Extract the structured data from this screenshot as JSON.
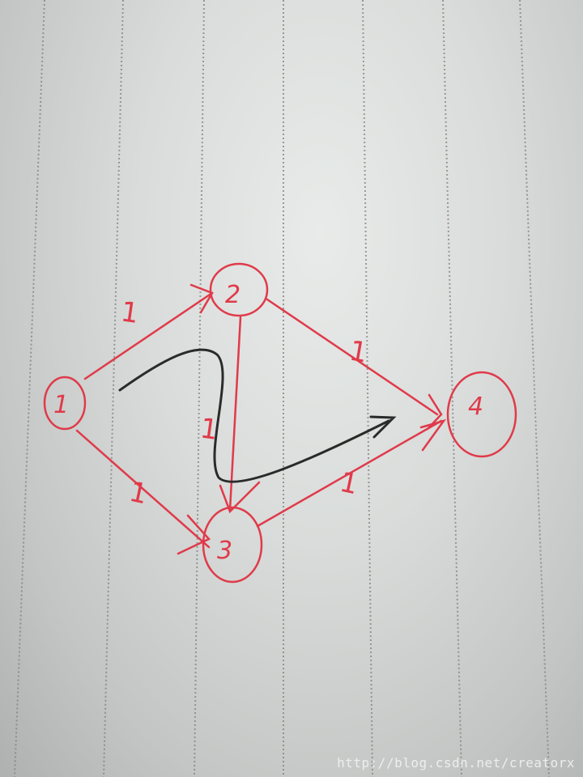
{
  "graph": {
    "nodes": [
      {
        "id": "1",
        "label": "1"
      },
      {
        "id": "2",
        "label": "2"
      },
      {
        "id": "3",
        "label": "3"
      },
      {
        "id": "4",
        "label": "4"
      }
    ],
    "edges": [
      {
        "from": "1",
        "to": "2",
        "weight": "1"
      },
      {
        "from": "1",
        "to": "3",
        "weight": "1"
      },
      {
        "from": "2",
        "to": "3",
        "weight": "1"
      },
      {
        "from": "2",
        "to": "4",
        "weight": "1"
      },
      {
        "from": "3",
        "to": "4",
        "weight": "1"
      }
    ],
    "highlighted_path": [
      "1",
      "2",
      "3",
      "4"
    ]
  },
  "colors": {
    "ink_red": "#e03a4a",
    "ink_black": "#2a2a2a",
    "ruled_line": "#7d807e"
  },
  "watermark": "http://blog.csdn.net/creatorx"
}
